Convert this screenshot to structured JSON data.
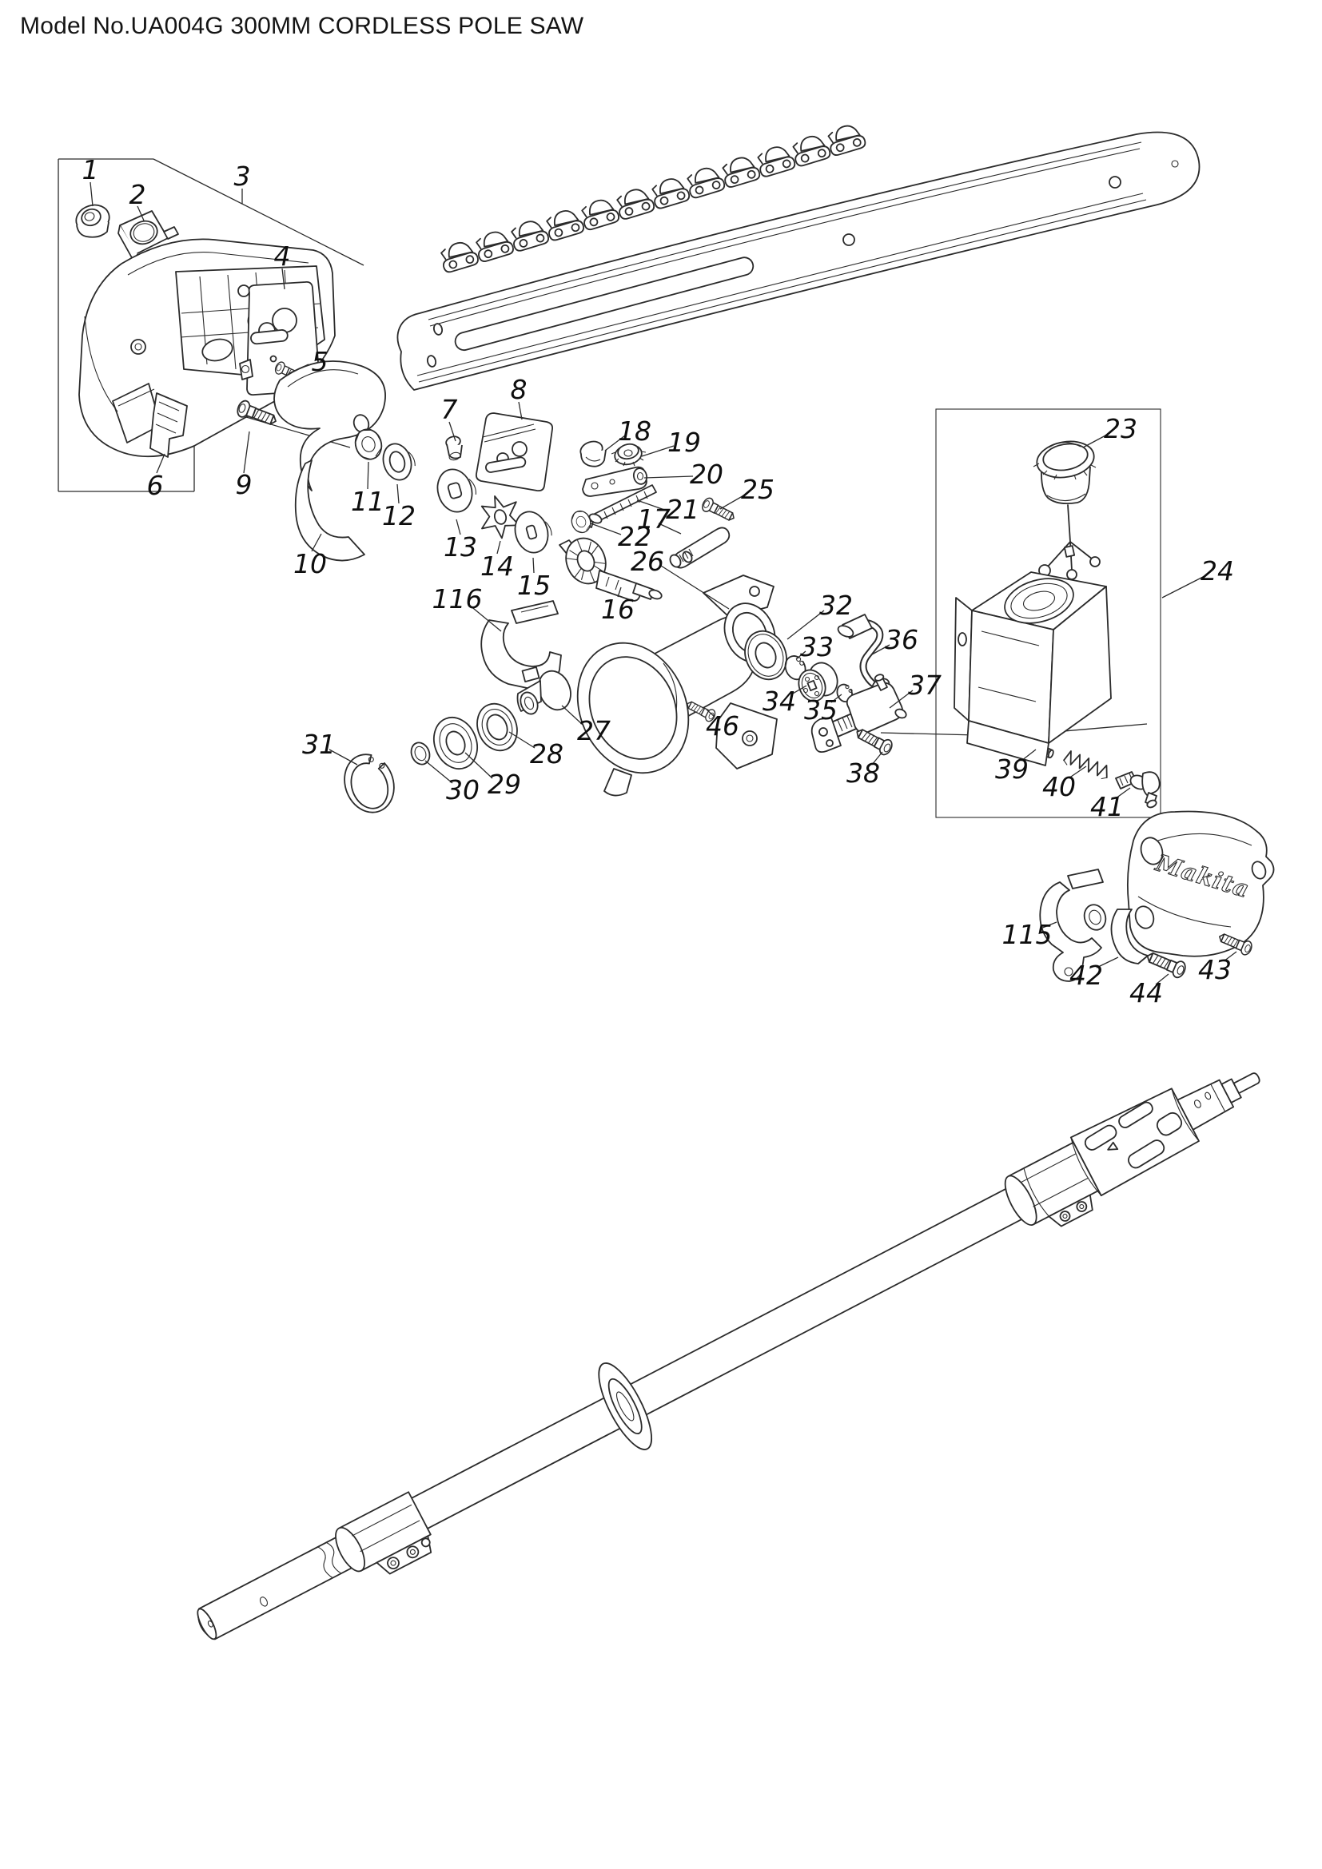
{
  "title": "Model No.UA004G 300MM CORDLESS POLE SAW",
  "brand_logo": "Makita",
  "parts": {
    "p1": "1",
    "p2": "2",
    "p3": "3",
    "p4": "4",
    "p5": "5",
    "p6": "6",
    "p7": "7",
    "p8": "8",
    "p9": "9",
    "p10": "10",
    "p11": "11",
    "p12": "12",
    "p13": "13",
    "p14": "14",
    "p15": "15",
    "p16": "16",
    "p17": "17",
    "p18": "18",
    "p19": "19",
    "p20": "20",
    "p21": "21",
    "p22": "22",
    "p23": "23",
    "p24": "24",
    "p25": "25",
    "p26": "26",
    "p27": "27",
    "p28": "28",
    "p29": "29",
    "p30": "30",
    "p31": "31",
    "p32": "32",
    "p33": "33",
    "p34": "34",
    "p35": "35",
    "p36": "36",
    "p37": "37",
    "p38": "38",
    "p39": "39",
    "p40": "40",
    "p41": "41",
    "p42": "42",
    "p43": "43",
    "p44": "44",
    "p46": "46",
    "p115": "115",
    "p116": "116"
  }
}
